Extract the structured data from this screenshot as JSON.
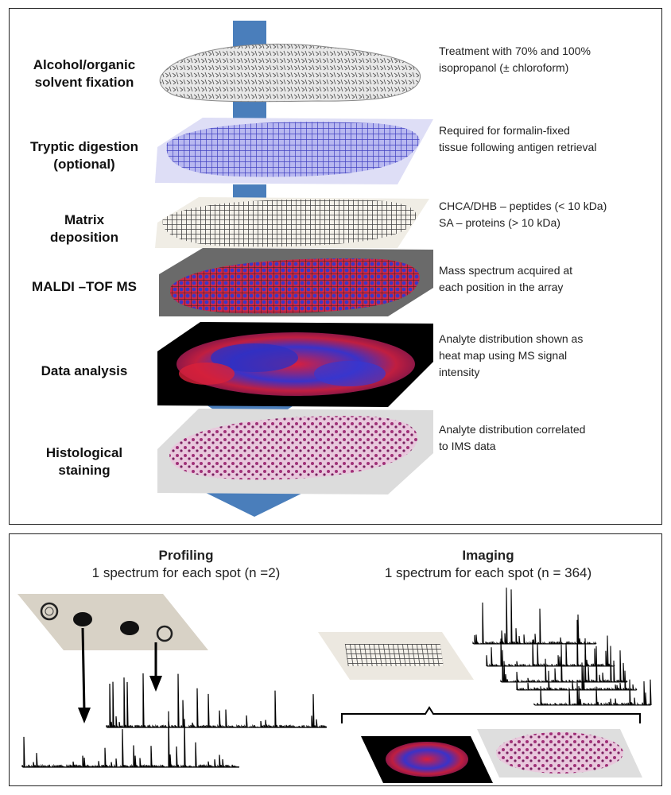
{
  "workflow": {
    "steps": [
      {
        "label_lines": [
          "Alcohol/organic",
          "solvent fixation"
        ],
        "desc_lines": [
          "Treatment with 70% and 100%",
          "isopropanol (± chloroform)"
        ]
      },
      {
        "label_lines": [
          "Tryptic digestion",
          "(optional)"
        ],
        "desc_lines": [
          "Required for formalin-fixed",
          "tissue following antigen retrieval"
        ]
      },
      {
        "label_lines": [
          "Matrix",
          "deposition"
        ],
        "desc_lines": [
          "CHCA/DHB – peptides (< 10 kDa)",
          "SA – proteins (> 10 kDa)"
        ]
      },
      {
        "label_lines": [
          "MALDI –TOF MS"
        ],
        "desc_lines": [
          "Mass spectrum acquired at",
          "each position in the array"
        ]
      },
      {
        "label_lines": [
          "Data analysis"
        ],
        "desc_lines": [
          "Analyte distribution shown as",
          "heat map using MS signal",
          "intensity"
        ]
      },
      {
        "label_lines": [
          "Histological",
          "staining"
        ],
        "desc_lines": [
          "Analyte distribution correlated",
          "to IMS data"
        ]
      }
    ],
    "colors": {
      "arrow": "#4a7ebb",
      "heat_red": "#e0203a",
      "heat_blue": "#3a3ad8",
      "stain": "#a0307a"
    }
  },
  "profiling": {
    "title": "Profiling",
    "subtitle": "1 spectrum for each spot (n =2)"
  },
  "imaging": {
    "title": "Imaging",
    "subtitle": "1 spectrum for each spot (n = 364)"
  }
}
